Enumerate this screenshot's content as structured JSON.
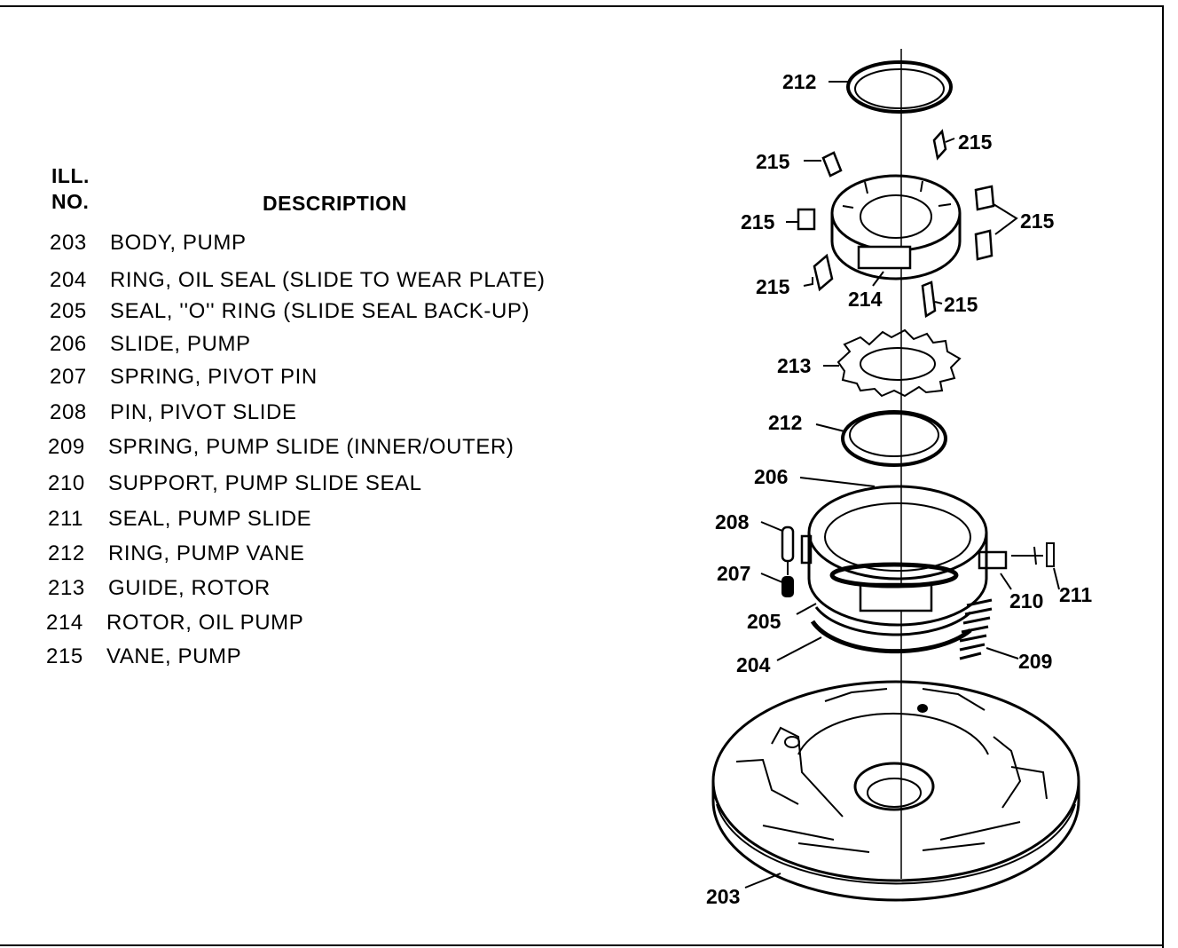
{
  "header": {
    "ill_line1": "ILL.",
    "ill_line2": "NO.",
    "description": "DESCRIPTION"
  },
  "parts": [
    {
      "number": "203",
      "description": "BODY, PUMP"
    },
    {
      "number": "204",
      "description": "RING, OIL SEAL (SLIDE TO WEAR PLATE)"
    },
    {
      "number": "205",
      "description": "SEAL, ''O'' RING (SLIDE SEAL BACK-UP)"
    },
    {
      "number": "206",
      "description": "SLIDE, PUMP"
    },
    {
      "number": "207",
      "description": "SPRING, PIVOT PIN"
    },
    {
      "number": "208",
      "description": "PIN, PIVOT SLIDE"
    },
    {
      "number": "209",
      "description": "SPRING, PUMP SLIDE (INNER/OUTER)"
    },
    {
      "number": "210",
      "description": "SUPPORT, PUMP SLIDE SEAL"
    },
    {
      "number": "211",
      "description": "SEAL, PUMP SLIDE"
    },
    {
      "number": "212",
      "description": "RING, PUMP VANE"
    },
    {
      "number": "213",
      "description": "GUIDE, ROTOR"
    },
    {
      "number": "214",
      "description": "ROTOR, OIL PUMP"
    },
    {
      "number": "215",
      "description": "VANE, PUMP"
    }
  ],
  "callouts": {
    "c212_top": "212",
    "c215_a": "215",
    "c215_b": "215",
    "c215_c": "215",
    "c215_d": "215",
    "c215_e": "215",
    "c215_f": "215",
    "c214": "214",
    "c213": "213",
    "c212_mid": "212",
    "c206": "206",
    "c208": "208",
    "c207": "207",
    "c205": "205",
    "c204": "204",
    "c210": "210",
    "c211": "211",
    "c209": "209",
    "c203": "203"
  }
}
